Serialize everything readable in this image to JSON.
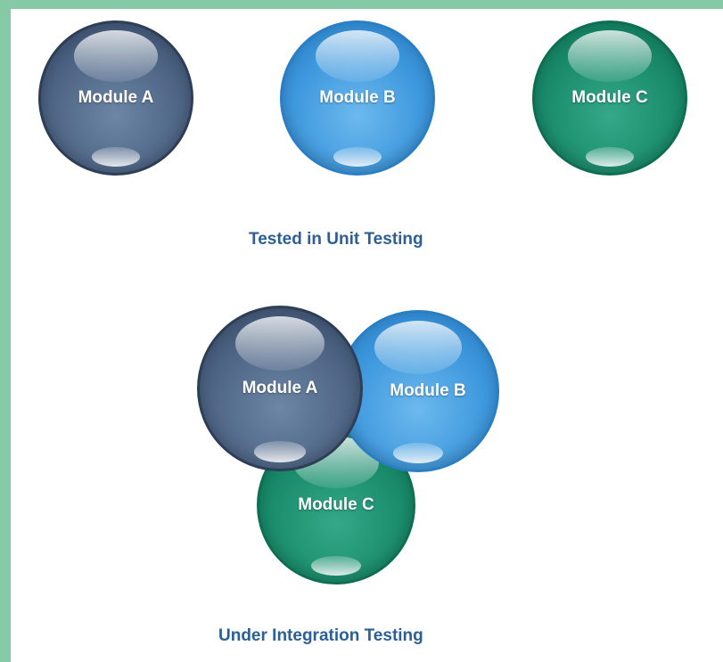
{
  "unit_testing": {
    "modules": [
      "Module A",
      "Module B",
      "Module C"
    ],
    "caption": "Tested in Unit Testing"
  },
  "integration_testing": {
    "modules": [
      "Module A",
      "Module B",
      "Module C"
    ],
    "caption": "Under Integration Testing"
  },
  "colors": {
    "module_a": "#4e6585",
    "module_b": "#3e98dd",
    "module_c": "#1a8c6c",
    "caption_text": "#2b5f96",
    "page_border": "#85c9a6"
  }
}
